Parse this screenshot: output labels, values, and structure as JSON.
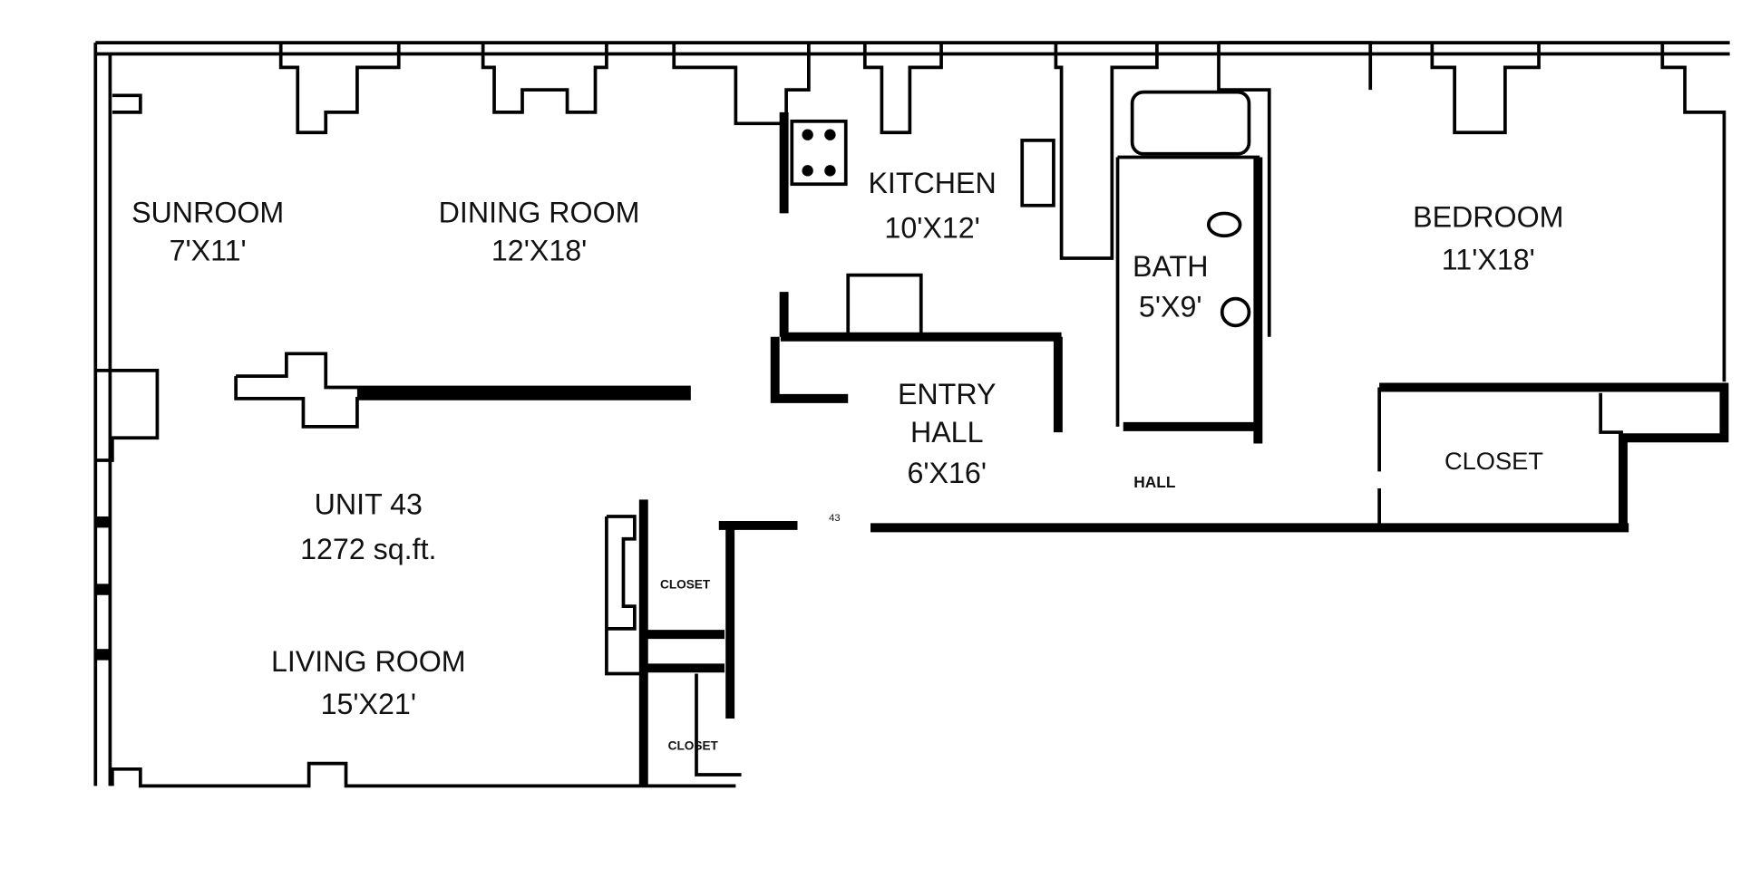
{
  "plan": {
    "unit": "UNIT 43",
    "area": "1272 sq.ft.",
    "rooms": [
      {
        "name": "SUNROOM",
        "size": "7'X11'"
      },
      {
        "name": "DINING ROOM",
        "size": "12'X18'"
      },
      {
        "name": "KITCHEN",
        "size": "10'X12'"
      },
      {
        "name": "BATH",
        "size": "5'X9'"
      },
      {
        "name": "BEDROOM",
        "size": "11'X18'"
      },
      {
        "name": "ENTRY",
        "size": "6'X16'",
        "name2": "HALL"
      },
      {
        "name": "LIVING ROOM",
        "size": "15'X21'"
      },
      {
        "name": "CLOSET"
      },
      {
        "name": "HALL"
      },
      {
        "name": "CLOSET"
      },
      {
        "name": "CLOSET"
      }
    ],
    "door_number": "43"
  }
}
